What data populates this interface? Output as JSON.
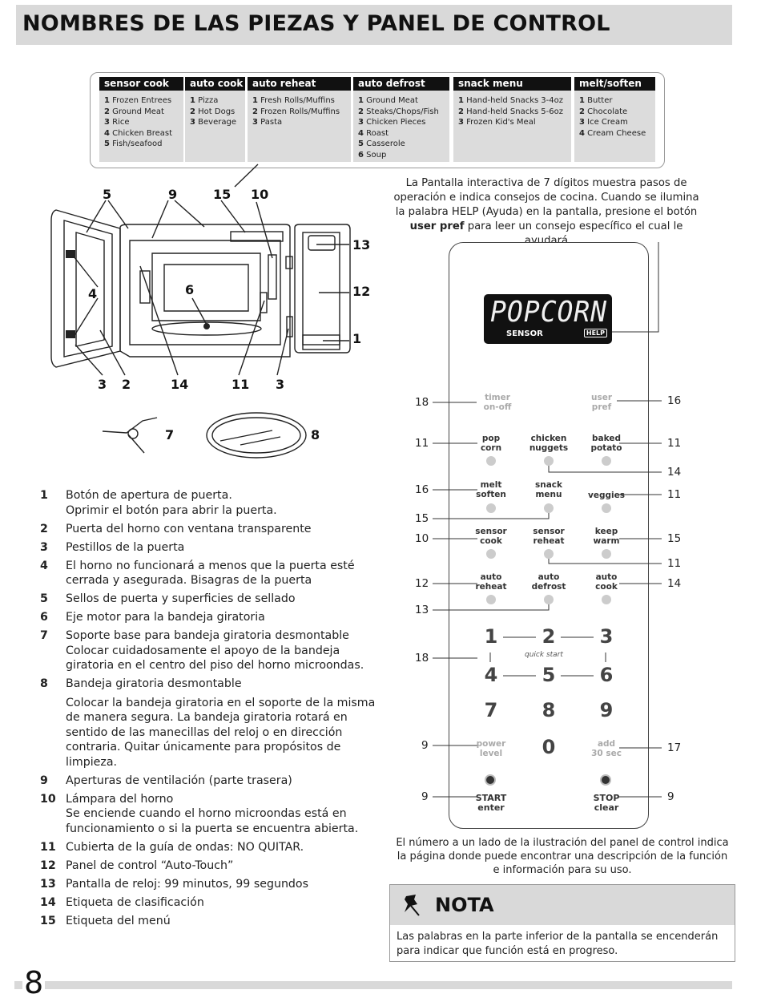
{
  "title": "NOMBRES DE LAS PIEZAS Y PANEL DE CONTROL",
  "menu_columns": [
    {
      "header": "sensor cook",
      "items": [
        {
          "n": "1",
          "t": "Frozen Entrees"
        },
        {
          "n": "2",
          "t": "Ground Meat"
        },
        {
          "n": "3",
          "t": "Rice"
        },
        {
          "n": "4",
          "t": "Chicken Breast"
        },
        {
          "n": "5",
          "t": "Fish/seafood"
        }
      ]
    },
    {
      "header": "auto cook",
      "items": [
        {
          "n": "1",
          "t": "Pizza"
        },
        {
          "n": "2",
          "t": "Hot Dogs"
        },
        {
          "n": "3",
          "t": "Beverage"
        }
      ]
    },
    {
      "header": "auto reheat",
      "items": [
        {
          "n": "1",
          "t": "Fresh Rolls/Muffins"
        },
        {
          "n": "2",
          "t": "Frozen Rolls/Muffins"
        },
        {
          "n": "3",
          "t": "Pasta"
        }
      ]
    },
    {
      "header": "auto defrost",
      "items": [
        {
          "n": "1",
          "t": "Ground Meat"
        },
        {
          "n": "2",
          "t": "Steaks/Chops/Fish"
        },
        {
          "n": "3",
          "t": "Chicken Pieces"
        },
        {
          "n": "4",
          "t": "Roast"
        },
        {
          "n": "5",
          "t": "Casserole"
        },
        {
          "n": "6",
          "t": "Soup"
        }
      ]
    },
    {
      "header": "snack menu",
      "items": [
        {
          "n": "1",
          "t": "Hand-held Snacks",
          "a": "3-4oz"
        },
        {
          "n": "2",
          "t": "Hand-held Snacks",
          "a": "5-6oz"
        },
        {
          "n": "3",
          "t": "Frozen Kid's Meal"
        }
      ]
    },
    {
      "header": "melt/soften",
      "items": [
        {
          "n": "1",
          "t": "Butter"
        },
        {
          "n": "2",
          "t": "Chocolate"
        },
        {
          "n": "3",
          "t": "Ice Cream"
        },
        {
          "n": "4",
          "t": "Cream Cheese"
        }
      ]
    }
  ],
  "display_text": {
    "before": "La Pantalla interactiva de 7 dígitos muestra pasos de operación e indica consejos de cocina. Cuando se ilumina la palabra HELP (Ayuda) en la pantalla, presione el botón ",
    "bold": "user pref",
    "after": " para leer un consejo específico el cual le ayudará"
  },
  "diagram_labels": {
    "l5": "5",
    "l9": "9",
    "l15": "15",
    "l10": "10",
    "l13": "13",
    "l4": "4",
    "l6": "6",
    "l12": "12",
    "l1": "1",
    "l3a": "3",
    "l2": "2",
    "l14": "14",
    "l11": "11",
    "l3b": "3",
    "l7": "7",
    "l8": "8"
  },
  "legend": [
    {
      "n": "1",
      "t": "Botón de apertura de puerta.",
      "t2": "Oprimir el botón para abrir la puerta."
    },
    {
      "n": "2",
      "t": "Puerta del horno con ventana transparente"
    },
    {
      "n": "3",
      "t": "Pestillos de la puerta"
    },
    {
      "n": "4",
      "t": "El horno no funcionará a menos que la puerta esté cerrada y asegurada. Bisagras de la puerta"
    },
    {
      "n": "5",
      "t": "Sellos de puerta y superficies de sellado"
    },
    {
      "n": "6",
      "t": "Eje motor para la bandeja giratoria"
    },
    {
      "n": "7",
      "t": "Soporte base para bandeja giratoria desmontable",
      "t2": "Colocar cuidadosamente el apoyo de la bandeja giratoria en el centro del piso del horno microondas."
    },
    {
      "n": "8",
      "t": "Bandeja giratoria desmontable",
      "t2": "Colocar la bandeja giratoria en el soporte de la misma de manera segura. La bandeja giratoria rotará en sentido de las manecillas del reloj o en dirección contraria. Quitar únicamente para propósitos de limpieza."
    },
    {
      "n": "9",
      "t": "Aperturas de ventilación (parte trasera)"
    },
    {
      "n": "10",
      "t": "Lámpara del horno",
      "t2": "Se enciende cuando el horno microondas está en funcionamiento o si la puerta se encuentra abierta."
    },
    {
      "n": "11",
      "t": "Cubierta de la guía de ondas: NO QUITAR."
    },
    {
      "n": "12",
      "t": "Panel de control “Auto-Touch”"
    },
    {
      "n": "13",
      "t": "Pantalla de reloj: 99 minutos, 99 segundos"
    },
    {
      "n": "14",
      "t": "Etiqueta de clasificación"
    },
    {
      "n": "15",
      "t": "Etiqueta del menú"
    }
  ],
  "lcd": {
    "text": "POPCORN",
    "sensor": "SENSOR",
    "help": "HELP"
  },
  "buttons": {
    "timer": "timer\non-off",
    "user_pref": "user\npref",
    "pop_corn": "pop\ncorn",
    "chicken": "chicken\nnuggets",
    "potato": "baked\npotato",
    "melt": "melt\nsoften",
    "snack": "snack\nmenu",
    "veggies": "veggies",
    "sensor_cook": "sensor\ncook",
    "sensor_reheat": "sensor\nreheat",
    "keep_warm": "keep\nwarm",
    "auto_reheat": "auto\nreheat",
    "auto_defrost": "auto\ndefrost",
    "auto_cook": "auto\ncook",
    "power": "power\nlevel",
    "add30": "add\n30 sec",
    "start": "START\nenter",
    "stop": "STOP\nclear",
    "quick_start": "quick start"
  },
  "digits": [
    "1",
    "2",
    "3",
    "4",
    "5",
    "6",
    "7",
    "8",
    "9",
    "0"
  ],
  "page_refs": {
    "r1": "18",
    "r2": "16",
    "r3": "11",
    "r4": "11",
    "r5": "14",
    "r6": "16",
    "r7": "11",
    "r8": "15",
    "r9": "10",
    "r10": "15",
    "r11": "11",
    "r12": "12",
    "r13": "14",
    "r14": "13",
    "r15": "18",
    "r16": "9",
    "r17": "17",
    "r18": "9",
    "r19": "9"
  },
  "panel_note": "El número a un lado de la ilustración del panel de control indica la página donde puede encontrar una descripción de la función e información para su uso.",
  "nota": {
    "title": "NOTA",
    "body": "Las palabras en la parte inferior de la pantalla se encenderán para indicar que función está en progreso."
  },
  "page_number": "8"
}
